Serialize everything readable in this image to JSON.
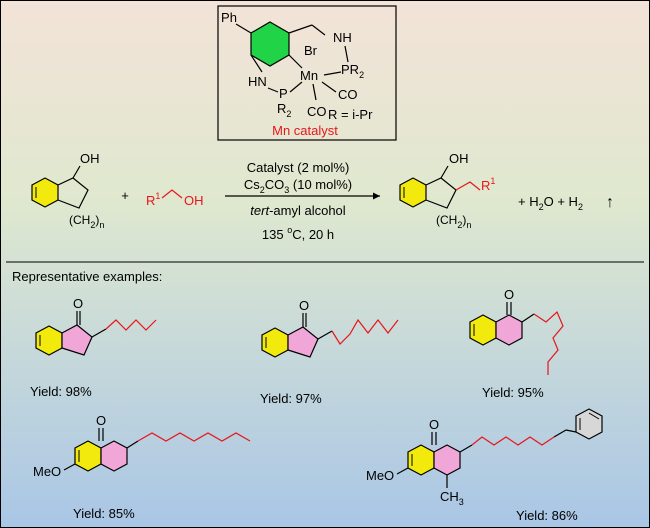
{
  "colors": {
    "bg_top": "#f3e3d8",
    "bg_mid": "#dfe8cf",
    "bg_bottom": "#a9c6e6",
    "benzene_fill": "#f2ea0c",
    "ring_fill": "#f0a6d6",
    "triazine_fill": "#21d447",
    "red": "#e8151b"
  },
  "catalyst": {
    "ph": "Ph",
    "nh_top": "NH",
    "br": "Br",
    "hn_left": "HN",
    "mn": "Mn",
    "pr2_right": "PR",
    "pr2_right_sub": "2",
    "p_left": "P",
    "r2_left": "R",
    "r2_left_sub": "2",
    "co1": "CO",
    "co2": "CO",
    "r_def": "R = i-Pr",
    "label": "Mn catalyst"
  },
  "reaction": {
    "oh_start": "OH",
    "ring_sub_start": "(CH",
    "ring_sub_2": "2",
    "ring_sub_end": ")",
    "ring_sub_n": "n",
    "plus1": "+",
    "r1_r": "R",
    "r1_sup": "1",
    "alc_oh": "OH",
    "cond1": "Catalyst (2 mol%)",
    "cond2_a": "Cs",
    "cond2_b": "2",
    "cond2_c": "CO",
    "cond2_d": "3",
    "cond2_e": " (10 mol%)",
    "cond3_italic": "tert",
    "cond3_rest": "-amyl alcohol",
    "cond4_a": "135 ",
    "cond4_sup": "o",
    "cond4_b": "C, 20 h",
    "oh_prod": "OH",
    "prod_r": "R",
    "prod_sup": "1",
    "prod_sub_start": "(CH",
    "prod_sub_2": "2",
    "prod_sub_end": ")",
    "prod_sub_n": "n",
    "byproducts_a": "+ H",
    "byproducts_b": "2",
    "byproducts_c": "O + H",
    "byproducts_d": "2",
    "arrow_up": "↑"
  },
  "examples": {
    "heading": "Representative examples:",
    "yield1": "Yield: 98%",
    "yield2": "Yield: 97%",
    "yield3": "Yield: 95%",
    "yield4": "Yield: 85%",
    "yield5": "Yield: 86%",
    "o": "O",
    "meo": "MeO",
    "ch3": "CH",
    "ch3_sub": "3"
  }
}
